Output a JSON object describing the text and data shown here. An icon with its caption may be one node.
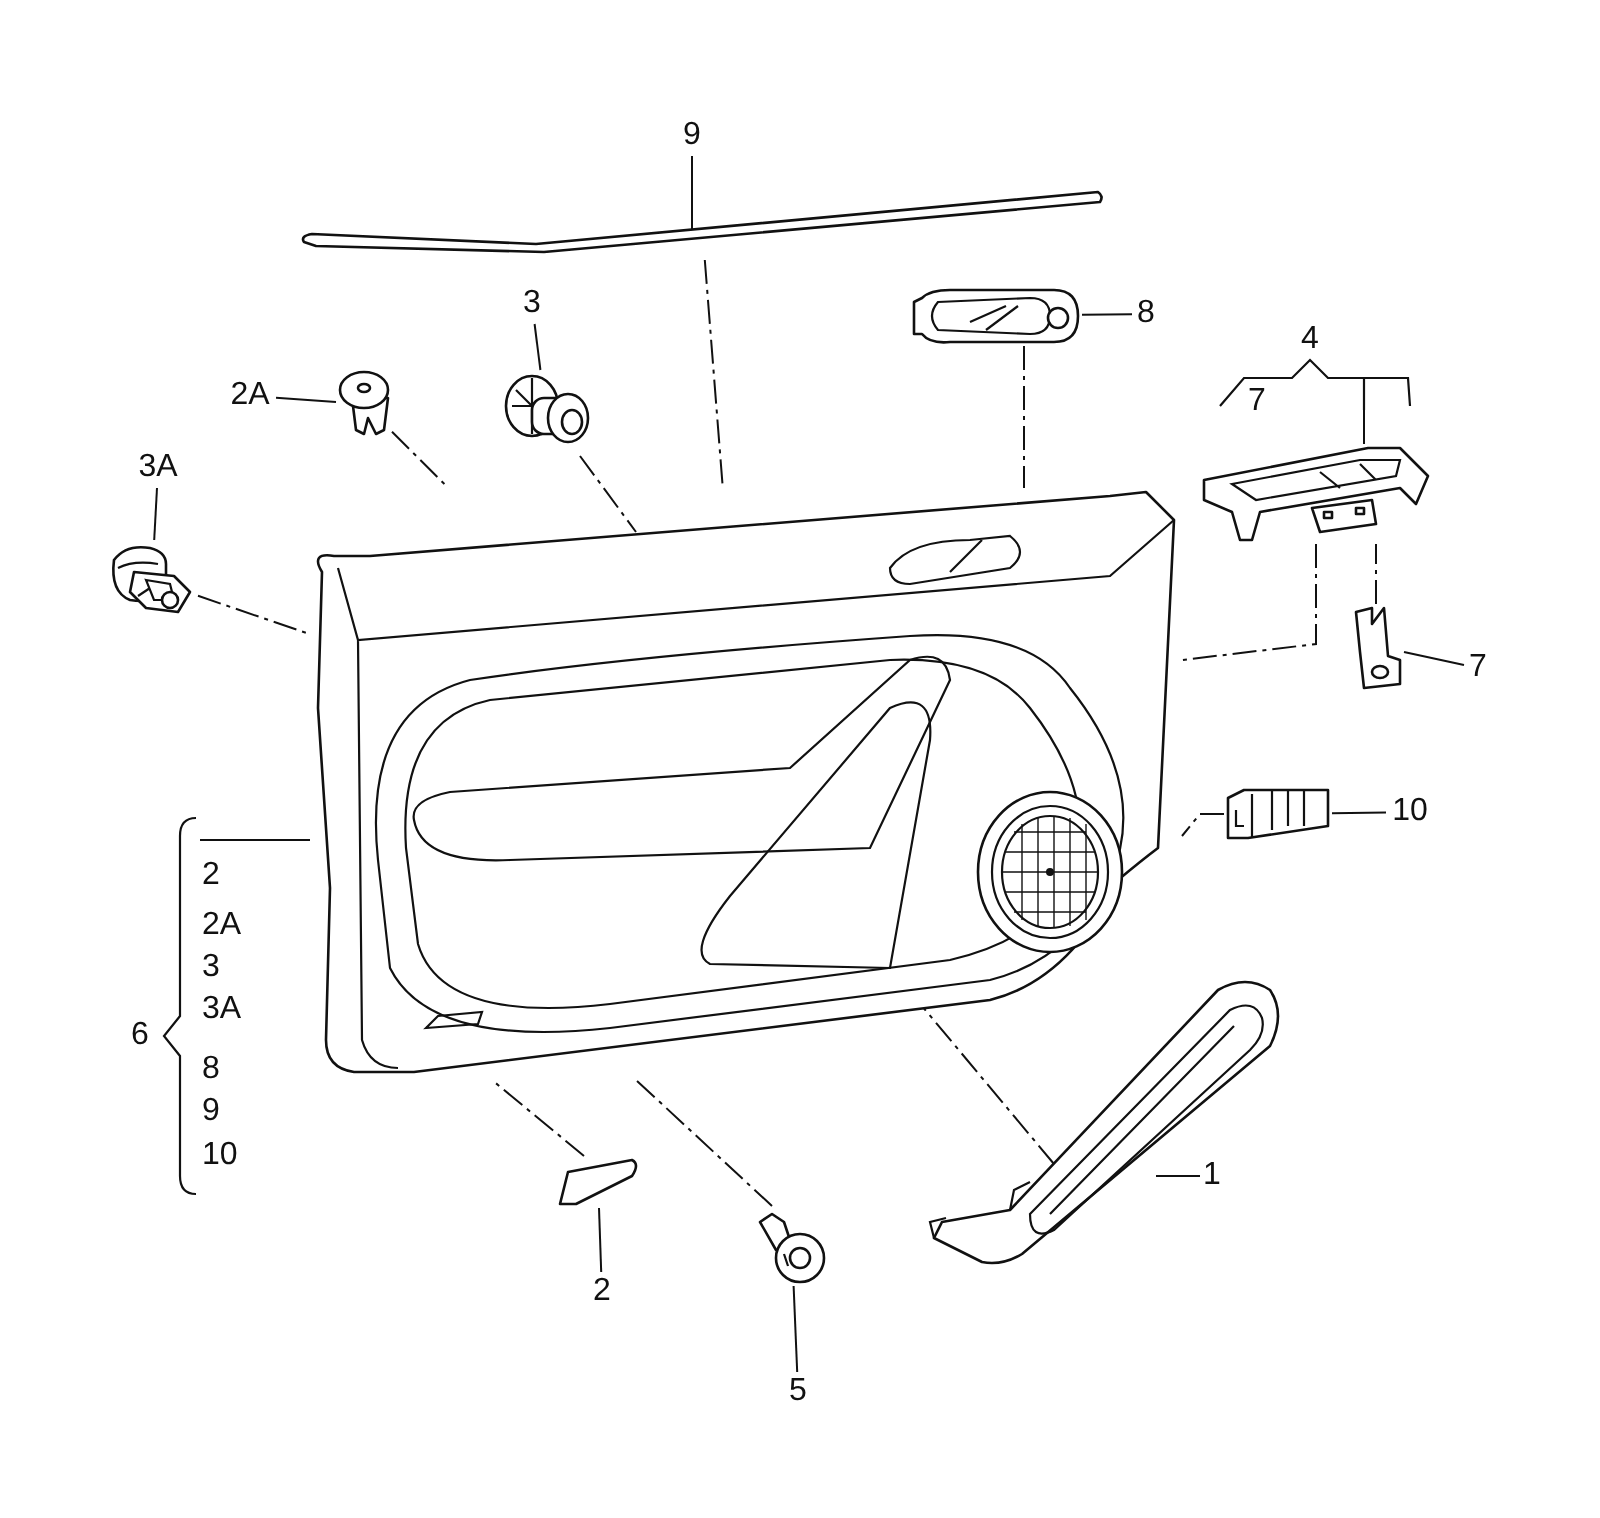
{
  "diagram": {
    "nodes": [
      {
        "text": [
          "9"
        ]
      },
      {
        "text": [],
        "shape": "picture"
      },
      {
        "text": [
          "3"
        ]
      },
      {
        "text": [],
        "shape": "picture"
      },
      {
        "text": [
          "2A"
        ]
      },
      {
        "text": [],
        "shape": "picture"
      },
      {
        "text": [
          "8"
        ]
      },
      {
        "text": [],
        "shape": "picture"
      },
      {
        "text": [
          "3A"
        ]
      },
      {
        "text": [],
        "shape": "picture"
      },
      {
        "text": [
          "4",
          "7"
        ]
      },
      {
        "text": [],
        "shape": "picture"
      },
      {
        "text": [
          "7"
        ]
      },
      {
        "text": [],
        "shape": "picture"
      },
      {
        "text": [
          "10"
        ]
      },
      {
        "text": [],
        "shape": "picture"
      },
      {
        "text": [],
        "shape": "picture"
      },
      {
        "text": [
          "6"
        ],
        "beside": [
          "2",
          "2A",
          "3",
          "3A",
          "8",
          "9",
          "10"
        ]
      },
      {
        "text": [],
        "shape": "picture"
      },
      {
        "text": [
          "1"
        ]
      },
      {
        "text": [],
        "shape": "picture"
      },
      {
        "text": [
          "2"
        ]
      },
      {
        "text": [],
        "shape": "picture"
      },
      {
        "text": [
          "5"
        ]
      }
    ],
    "edges": [
      {
        "from": 0,
        "to": 1,
        "arrow": "none"
      },
      {
        "from": 2,
        "to": 3,
        "arrow": "none"
      },
      {
        "from": 4,
        "to": 5,
        "arrow": "none"
      },
      {
        "from": 6,
        "to": 7,
        "arrow": "none"
      },
      {
        "from": 8,
        "to": 9,
        "arrow": "none"
      },
      {
        "from": 10,
        "to": 11,
        "arrow": "none"
      },
      {
        "from": 12,
        "to": 13,
        "arrow": "none"
      },
      {
        "from": 14,
        "to": 15,
        "arrow": "none"
      },
      {
        "from": 17,
        "to": 16,
        "arrow": "none"
      },
      {
        "from": 19,
        "to": 18,
        "arrow": "none"
      },
      {
        "from": 21,
        "to": 20,
        "arrow": "none"
      },
      {
        "from": 23,
        "to": 22,
        "arrow": "none"
      },
      {
        "from": 1,
        "to": 16,
        "arrow": "none",
        "style": "dashed"
      },
      {
        "from": 3,
        "to": 16,
        "arrow": "none",
        "style": "dashed"
      },
      {
        "from": 5,
        "to": 16,
        "arrow": "none",
        "style": "dashed"
      },
      {
        "from": 7,
        "to": 16,
        "arrow": "none",
        "style": "dashed"
      },
      {
        "from": 9,
        "to": 16,
        "arrow": "none",
        "style": "dashed"
      },
      {
        "from": 11,
        "to": 16,
        "arrow": "none",
        "style": "dashed"
      },
      {
        "from": 13,
        "to": 11,
        "arrow": "none",
        "style": "dashed"
      },
      {
        "from": 15,
        "to": 16,
        "arrow": "none",
        "style": "dashed"
      },
      {
        "from": 18,
        "to": 16,
        "arrow": "none",
        "style": "dashed"
      },
      {
        "from": 20,
        "to": 16,
        "arrow": "none",
        "style": "dashed"
      },
      {
        "from": 22,
        "to": 16,
        "arrow": "none",
        "style": "dashed"
      }
    ]
  }
}
